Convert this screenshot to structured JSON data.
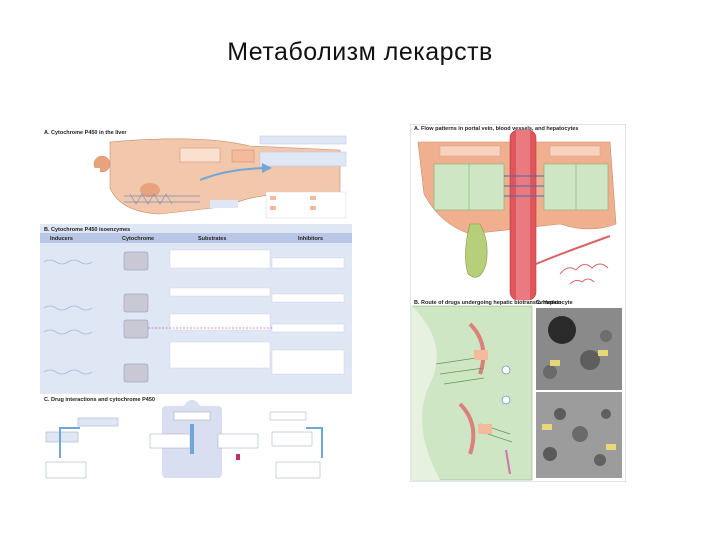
{
  "title": "Метаболизм лекарств",
  "left_figure": {
    "panel_a": {
      "label": "A. Cytochrome P450 in the liver"
    },
    "panel_b": {
      "label": "B. Cytochrome P450 isoenzymes",
      "columns": [
        "Inducers",
        "Cytochrome",
        "Substrates",
        "Inhibitors"
      ]
    },
    "panel_c": {
      "label": "C. Drug interactions and cytochrome P450"
    }
  },
  "right_figure": {
    "panel_a": {
      "label": "A. Flow patterns in portal vein, blood vessels, and hepatocytes"
    },
    "panel_b": {
      "label": "B. Route of drugs undergoing hepatic biotransformation"
    },
    "panel_c": {
      "label": "C. Hepatocyte"
    }
  },
  "colors": {
    "panel_blue": "#dfe6f4",
    "header_blue": "#b9c6e6",
    "liver": "#e9a27e",
    "vessel_red": "#e0555c",
    "lobule_green": "#cfe6c5",
    "micrograph": "#8a8a8a"
  }
}
